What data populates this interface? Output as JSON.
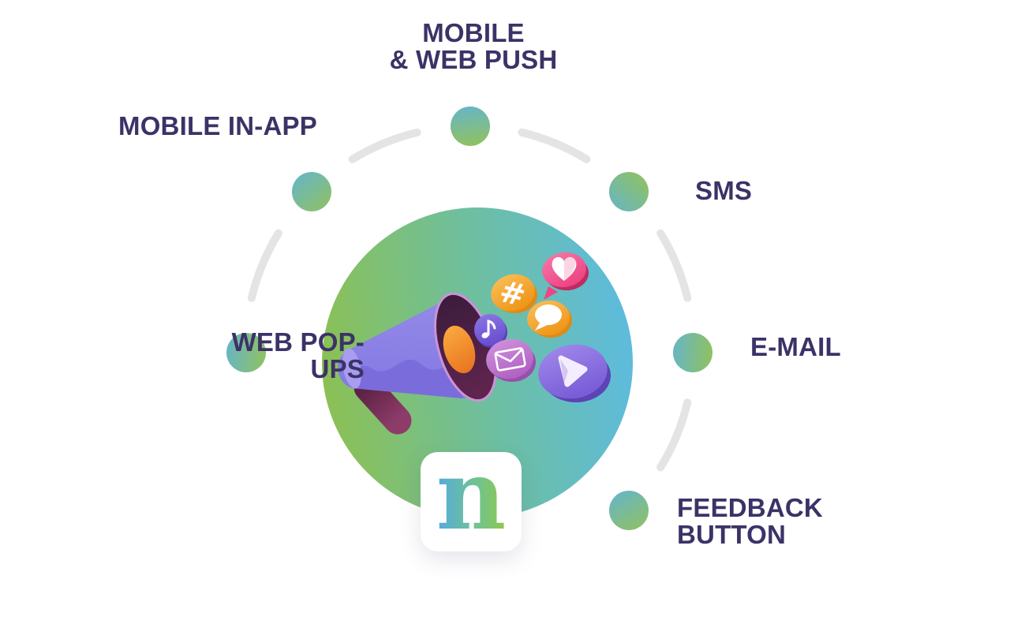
{
  "palette": {
    "background": "#ffffff",
    "label_color": "#3c3267",
    "arc_color": "#e4e4e4",
    "dot_gradient": [
      "#68b6c2",
      "#8fc163"
    ],
    "center_circle_gradient": [
      "#8cc052",
      "#5dbbde"
    ],
    "logo_gradient": [
      "#55a9e0",
      "#90c84e"
    ]
  },
  "center": {
    "logo_letter": "n",
    "hashtag_glyph": "#",
    "illustration": "megaphone-broadcasting-social-bubbles",
    "bubble_icons": [
      "heart-icon",
      "hashtag-icon",
      "chat-icon",
      "music-note-icon",
      "envelope-icon",
      "play-icon"
    ]
  },
  "channels": [
    {
      "id": "mobile-web-push",
      "label": "MOBILE\n& WEB PUSH",
      "position": "top"
    },
    {
      "id": "mobile-in-app",
      "label": "MOBILE IN-APP",
      "position": "upper-left"
    },
    {
      "id": "sms",
      "label": "SMS",
      "position": "upper-right"
    },
    {
      "id": "web-pop-ups",
      "label": "WEB POP-\nUPS",
      "position": "left"
    },
    {
      "id": "e-mail",
      "label": "E-MAIL",
      "position": "right"
    },
    {
      "id": "feedback-button",
      "label": "FEEDBACK\nBUTTON",
      "position": "lower-right"
    }
  ]
}
